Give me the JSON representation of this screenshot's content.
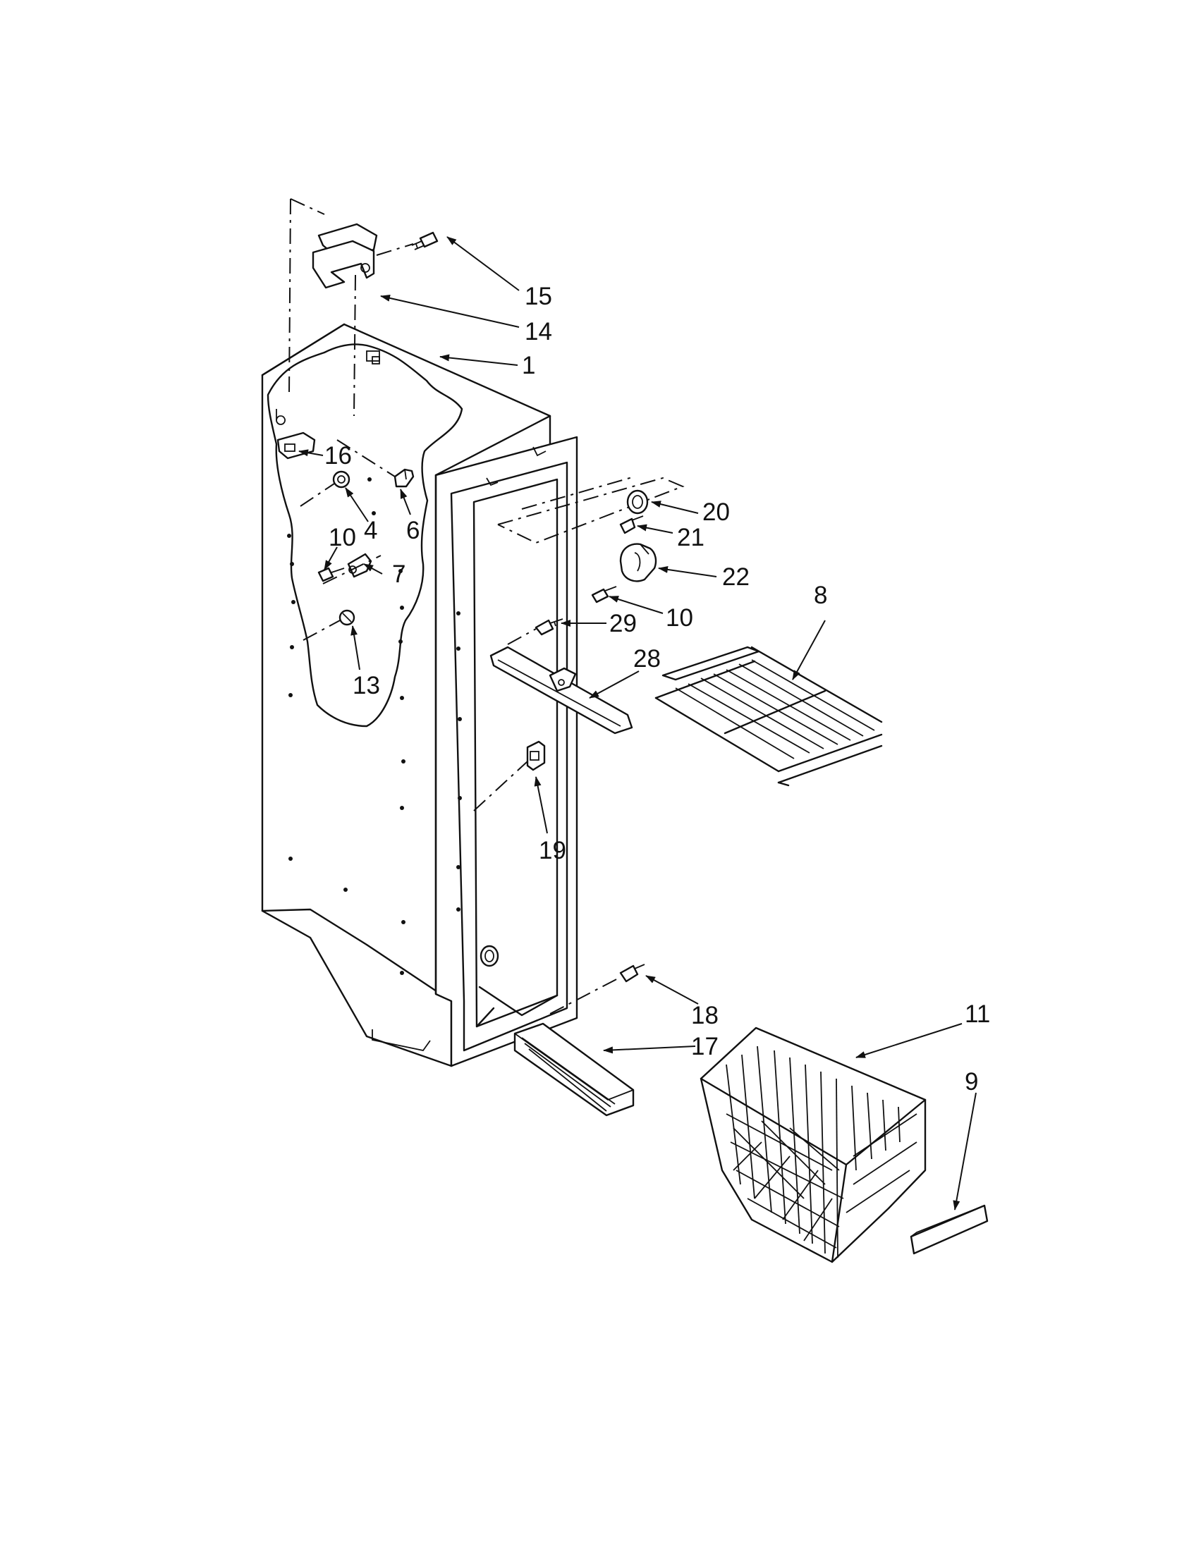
{
  "callouts": [
    {
      "id": "1",
      "text": "1"
    },
    {
      "id": "4",
      "text": "4"
    },
    {
      "id": "6",
      "text": "6"
    },
    {
      "id": "7",
      "text": "7"
    },
    {
      "id": "8",
      "text": "8"
    },
    {
      "id": "9",
      "text": "9"
    },
    {
      "id": "10a",
      "text": "10"
    },
    {
      "id": "10b",
      "text": "10"
    },
    {
      "id": "11",
      "text": "11"
    },
    {
      "id": "13",
      "text": "13"
    },
    {
      "id": "14",
      "text": "14"
    },
    {
      "id": "15",
      "text": "15"
    },
    {
      "id": "16",
      "text": "16"
    },
    {
      "id": "17",
      "text": "17"
    },
    {
      "id": "18",
      "text": "18"
    },
    {
      "id": "19",
      "text": "19"
    },
    {
      "id": "20",
      "text": "20"
    },
    {
      "id": "21",
      "text": "21"
    },
    {
      "id": "22",
      "text": "22"
    },
    {
      "id": "28",
      "text": "28"
    },
    {
      "id": "29",
      "text": "29"
    }
  ]
}
